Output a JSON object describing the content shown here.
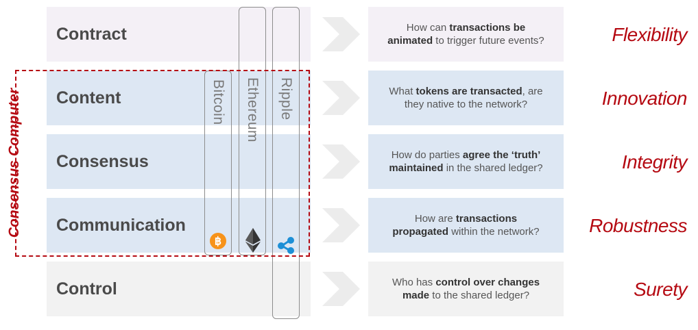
{
  "layers": [
    {
      "label": "Contract",
      "question": {
        "pre": "How can ",
        "bold": "transactions be animated",
        "post": " to trigger future events?"
      },
      "property": "Flexibility"
    },
    {
      "label": "Content",
      "question": {
        "pre": "What ",
        "bold": "tokens are transacted",
        "post": ", are they native to the network?"
      },
      "property": "Innovation"
    },
    {
      "label": "Consensus",
      "question": {
        "pre": "How do parties ",
        "bold": "agree the ‘truth’ maintained",
        "post": " in the shared ledger?"
      },
      "property": "Integrity"
    },
    {
      "label": "Communication",
      "question": {
        "pre": "How are ",
        "bold": "transactions propagated",
        "post": " within the network?"
      },
      "property": "Robustness"
    },
    {
      "label": "Control",
      "question": {
        "pre": "Who has ",
        "bold": "control over changes made",
        "post": " to the shared ledger?"
      },
      "property": "Surety"
    }
  ],
  "platforms": [
    {
      "name": "Bitcoin",
      "icon": "bitcoin-icon"
    },
    {
      "name": "Ethereum",
      "icon": "ethereum-icon"
    },
    {
      "name": "Ripple",
      "icon": "ripple-icon"
    }
  ],
  "group_label": "Consensus Computer",
  "colors": {
    "accent": "#b50a12",
    "contract_bg": "#f4f0f6",
    "consensus_bg": "#dde7f3",
    "control_bg": "#f2f2f2",
    "arrow": "#ececec",
    "bitcoin": "#f7931a",
    "ripple": "#1d8fd6"
  }
}
